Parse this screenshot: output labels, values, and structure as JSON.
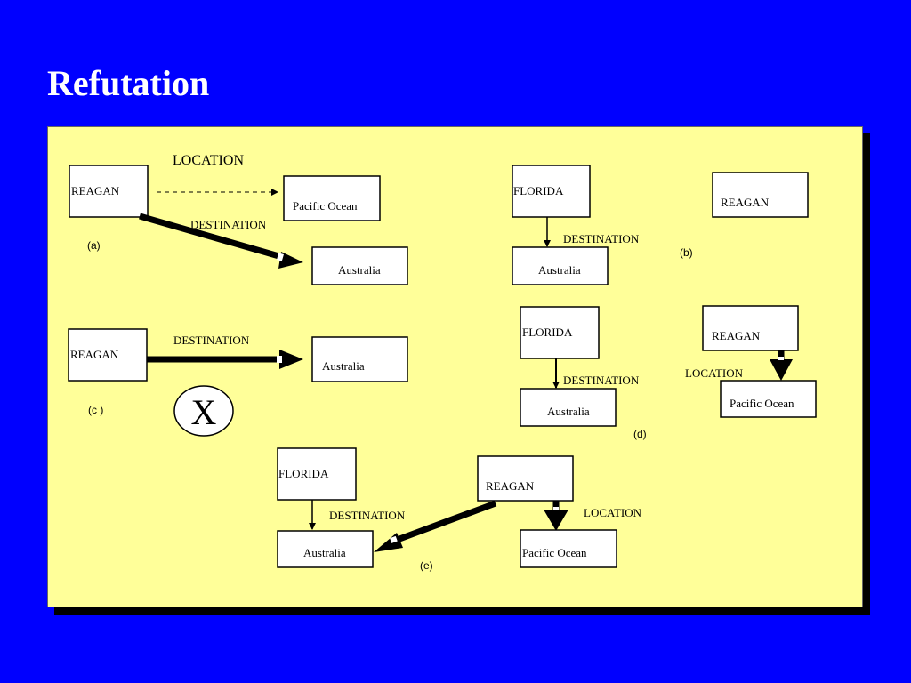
{
  "slide": {
    "title": "Refutation"
  },
  "colors": {
    "background": "#0000FF",
    "panel": "#FFFF99",
    "shadow": "#000000",
    "title": "#FFFFFF"
  },
  "diagram_a": {
    "relation_label": "LOCATION",
    "box_reagan": "REAGAN",
    "box_pacific": "Pacific Ocean",
    "edge_label": "DESTINATION",
    "box_australia": "Australia",
    "tag": "(a)"
  },
  "diagram_b_left": {
    "box_florida": "FLORIDA",
    "edge_label": "DESTINATION",
    "box_australia": "Australia"
  },
  "diagram_b_right": {
    "box_reagan": "REAGAN",
    "tag": "(b)"
  },
  "diagram_c": {
    "box_reagan": "REAGAN",
    "edge_label": "DESTINATION",
    "box_australia": "Australia",
    "tag": "(c )",
    "cross_symbol": "X"
  },
  "diagram_d_left": {
    "box_florida": "FLORIDA",
    "edge_label": "DESTINATION",
    "box_australia": "Australia",
    "tag": "(d)"
  },
  "diagram_d_right": {
    "box_reagan": "REAGAN",
    "edge_label": "LOCATION",
    "box_pacific": "Pacific Ocean"
  },
  "diagram_e": {
    "box_florida": "FLORIDA",
    "edge_label_destination": "DESTINATION",
    "box_australia": "Australia",
    "box_reagan": "REAGAN",
    "edge_label_location": "LOCATION",
    "box_pacific": "Pacific Ocean",
    "tag": "(e)"
  }
}
